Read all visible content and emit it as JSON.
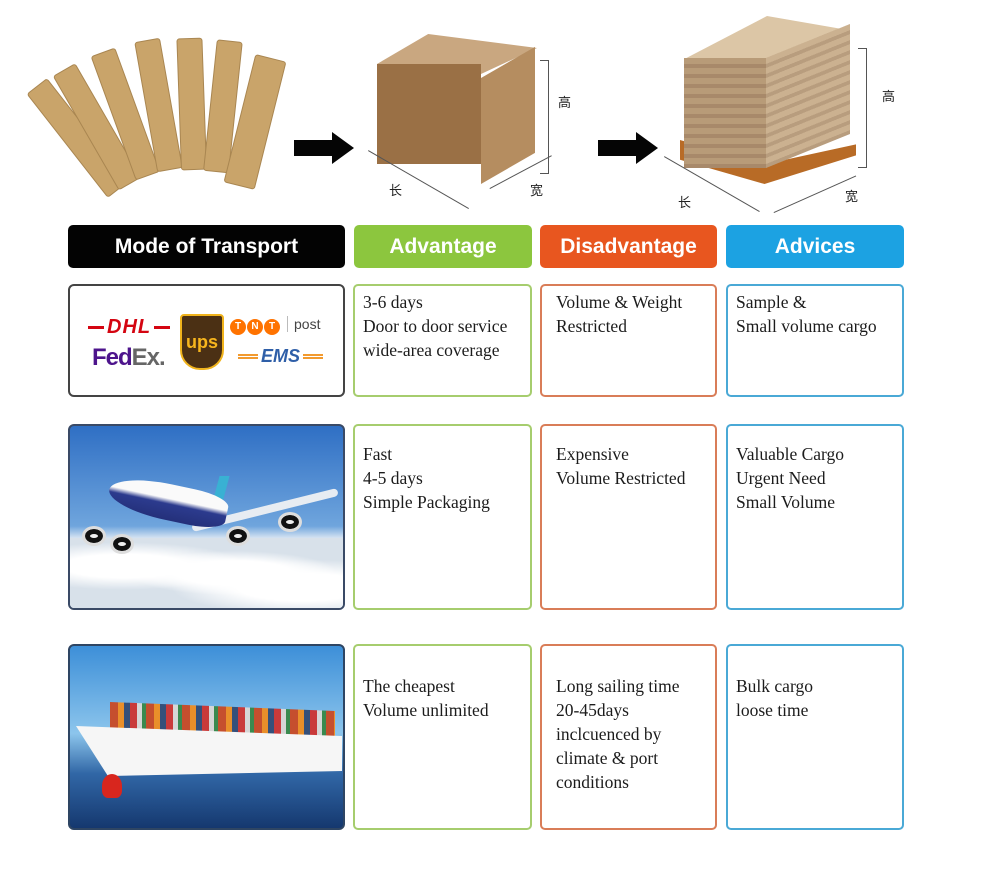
{
  "illustration": {
    "stages": [
      "flat-cardboard-strips",
      "carton-box",
      "palletized-cargo"
    ],
    "dimension_labels": {
      "length": "长",
      "width": "宽",
      "height": "高"
    }
  },
  "header": {
    "mode_of_transport": "Mode of Transport",
    "advantage": "Advantage",
    "disadvantage": "Disadvantage",
    "advices": "Advices"
  },
  "colors": {
    "mode": "#030303",
    "advantage": "#8cc63e",
    "disadvantage": "#e8561f",
    "advices": "#1ca2e2"
  },
  "rows": [
    {
      "mode": "express",
      "logos": {
        "dhl": "DHL",
        "fedex_fed": "Fed",
        "fedex_ex": "Ex.",
        "ups": "ups",
        "tnt": [
          "T",
          "N",
          "T"
        ],
        "tnt_post": "post",
        "ems": "EMS"
      },
      "advantage": "3-6 days\nDoor to door service\nwide-area coverage",
      "disadvantage": "Volume & Weight\nRestricted",
      "advices": "Sample &\nSmall volume cargo"
    },
    {
      "mode": "air",
      "advantage": "Fast\n4-5 days\nSimple Packaging",
      "disadvantage": "Expensive\nVolume Restricted",
      "advices": "Valuable Cargo\nUrgent Need\nSmall Volume"
    },
    {
      "mode": "sea",
      "advantage": "The cheapest\nVolume unlimited",
      "disadvantage": "Long sailing time\n20-45days\ninclcuenced by\nclimate & port\nconditions",
      "advices": "Bulk cargo\nloose time"
    }
  ]
}
